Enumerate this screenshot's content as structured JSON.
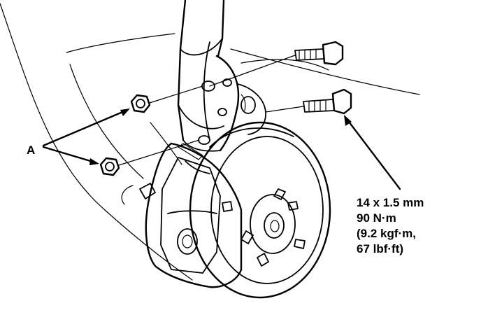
{
  "labels": {
    "callout_a": "A",
    "torque_size": "14 x 1.5 mm",
    "torque_nm": "90 N·m",
    "torque_kgf": "(9.2 kgf·m,",
    "torque_lbf": "67 lbf·ft)"
  },
  "colors": {
    "ink": "#000000",
    "paper": "#ffffff"
  }
}
